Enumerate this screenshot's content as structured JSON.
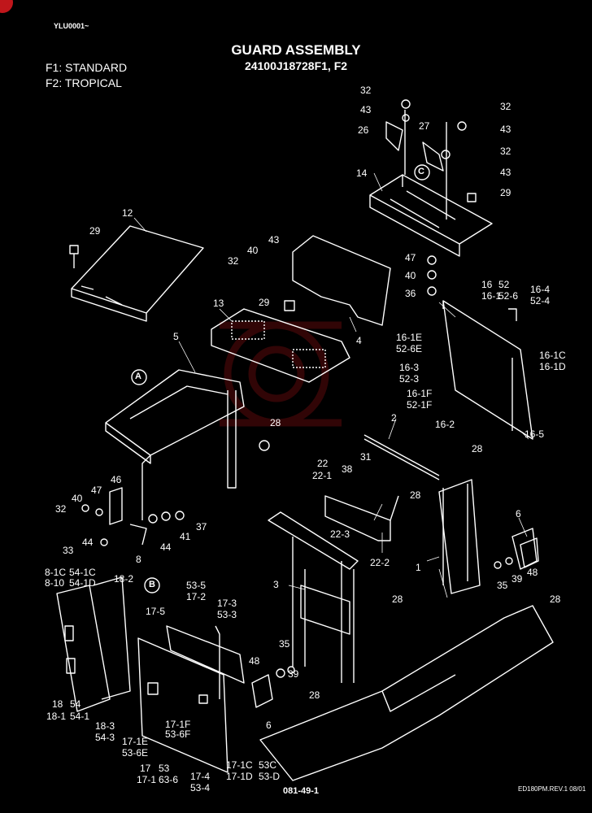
{
  "header": {
    "code": "YLU0001~",
    "title": "GUARD ASSEMBLY",
    "part_numbers": "24100J18728F1,  F2",
    "legend": [
      "F1: STANDARD",
      "F2: TROPICAL"
    ]
  },
  "callouts": {
    "A": "A",
    "B": "B",
    "C": "C"
  },
  "labels": [
    "32",
    "43",
    "26",
    "27",
    "32",
    "43",
    "32",
    "43",
    "14",
    "29",
    "12",
    "29",
    "40",
    "43",
    "32",
    "47",
    "40",
    "36",
    "4",
    "13",
    "29",
    "16",
    "52",
    "16-1",
    "52-6",
    "16-4",
    "52-4",
    "16-1E",
    "52-6E",
    "16-3",
    "52-3",
    "16-1F",
    "52-1F",
    "16-1C",
    "16-1D",
    "16-2",
    "16-5",
    "5",
    "28",
    "2",
    "22",
    "22-1",
    "38",
    "31",
    "28",
    "28",
    "6",
    "46",
    "47",
    "40",
    "32",
    "41",
    "37",
    "44",
    "33",
    "44",
    "8",
    "22-3",
    "22-2",
    "1",
    "48",
    "35",
    "39",
    "28",
    "8-1C",
    "54-1C",
    "8-10",
    "54-1D",
    "18-2",
    "53-5",
    "17-2",
    "3",
    "28",
    "17-5",
    "17-3",
    "53-3",
    "48",
    "39",
    "35",
    "28",
    "6",
    "18",
    "54",
    "18-1",
    "54-1",
    "18-3",
    "54-3",
    "17-1F",
    "53-6F",
    "17-1E",
    "53-6E",
    "17",
    "53",
    "17-1",
    "63-6",
    "17-4",
    "53-4",
    "17-1C",
    "53C",
    "17-1D",
    "53-D"
  ],
  "footer": {
    "drawing_no": "081-49-1",
    "revision": "ED180PM.REV.1 08/01"
  }
}
